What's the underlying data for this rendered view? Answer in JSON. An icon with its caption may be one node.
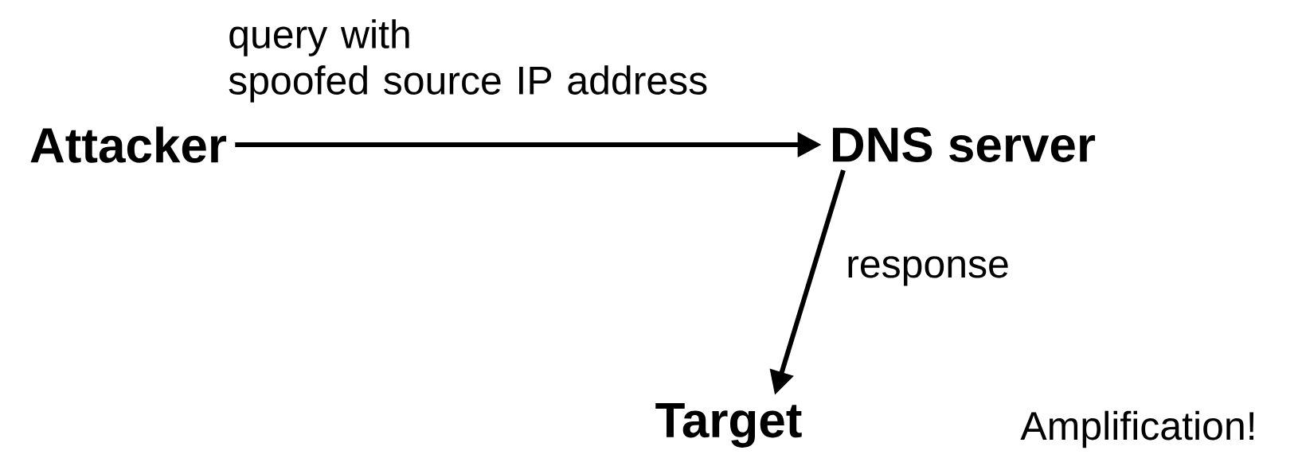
{
  "diagram": {
    "nodes": [
      {
        "text": [
          "Attacker"
        ]
      },
      {
        "text": [
          "DNS server"
        ]
      },
      {
        "text": [
          "Target"
        ]
      }
    ],
    "edges": [
      {
        "from": 0,
        "to": 1,
        "arrow": "to",
        "label": "query with spoofed source IP address"
      },
      {
        "from": 1,
        "to": 2,
        "arrow": "to",
        "label": "response"
      }
    ],
    "labels": [
      "Amplification!"
    ]
  }
}
